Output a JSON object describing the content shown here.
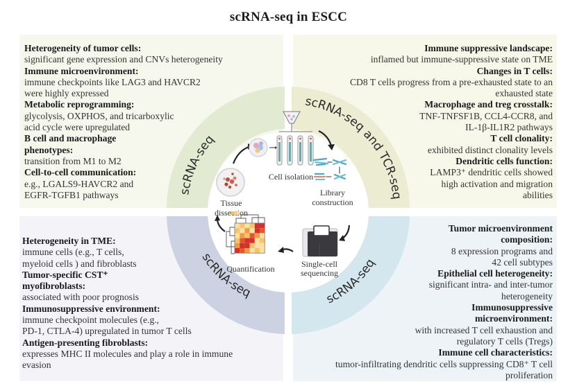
{
  "title": "scRNA-seq in ESCC",
  "colors": {
    "top_left_panel": "#f6f8ee",
    "top_right_panel": "#f8f8ea",
    "bottom_left_panel": "#f3f3f8",
    "bottom_right_panel": "#eef3f8",
    "ring_top_left": "#e3ead2",
    "ring_top_right": "#ebecd2",
    "ring_bottom_left": "#cdd2e3",
    "ring_bottom_right": "#d4e6ee",
    "heatmap_high": "#d9302a",
    "heatmap_low": "#fbe7b0"
  },
  "ring_labels": {
    "top_left": "scRNA-seq",
    "top_right": "scRNA-seq and TCR-seq",
    "bottom_left": "scRNA-seq",
    "bottom_right": "scRNA-seq"
  },
  "workflow_steps": [
    {
      "label_lines": [
        "Tissue",
        "dissection"
      ],
      "icon": "tissue-dish-icon"
    },
    {
      "label_lines": [
        "Cell isolation"
      ],
      "icon": "cell-isolation-icon"
    },
    {
      "label_lines": [
        "Library",
        "construction"
      ],
      "icon": "dna-fragments-icon"
    },
    {
      "label_lines": [
        "Single-cell",
        "sequencing"
      ],
      "icon": "sequencer-icon"
    },
    {
      "label_lines": [
        "Quantification"
      ],
      "icon": "heatmap-icon"
    }
  ],
  "panels": {
    "top_left": [
      {
        "heading": "Heterogeneity of tumor cells:",
        "body": [
          "significant gene expression and CNVs heterogeneity"
        ]
      },
      {
        "heading": "Immune microenvironment:",
        "body": [
          "immune checkpoints like LAG3 and HAVCR2",
          "were highly expressed"
        ]
      },
      {
        "heading": "Metabolic reprogramming:",
        "body": [
          "glycolysis, OXPHOS, and tricarboxylic",
          "acid cycle were upregulated"
        ]
      },
      {
        "heading": "B cell and macrophage phenotypes:",
        "heading_lines": [
          "B cell and macrophage",
          "phenotypes:"
        ],
        "body": [
          "transition from M1 to M2"
        ]
      },
      {
        "heading": "Cell-to-cell communication:",
        "body": [
          "e.g., LGALS9-HAVCR2 and",
          "EGFR-TGFB1 pathways"
        ]
      }
    ],
    "top_right": [
      {
        "heading": "Immune suppressive landscape:",
        "body": [
          "inflamed but immune-suppressive state on TME"
        ]
      },
      {
        "heading": "Changes in T cells:",
        "body": [
          "CD8 T cells progress from a pre-exhausted state to an",
          "exhausted state"
        ]
      },
      {
        "heading": "Macrophage and treg crosstalk:",
        "body": [
          "TNF-TNFSF1B, CCL4-CCR8, and",
          "IL-1β-IL1R2 pathways"
        ]
      },
      {
        "heading": "T cell clonality:",
        "body": [
          "exhibited distinct clonality levels"
        ]
      },
      {
        "heading": "Dendritic cells function:",
        "body": [
          "LAMP3⁺ dendritic cells showed",
          "high activation and migration",
          "abilities"
        ]
      }
    ],
    "bottom_left": [
      {
        "heading": "Heterogeneity in TME:",
        "body": [
          "immune cells (e.g., T cells,",
          "myeloid cells ) and fibroblasts"
        ]
      },
      {
        "heading": "Tumor-specific CST⁺ myofibroblasts:",
        "heading_lines": [
          "Tumor-specific CST⁺",
          "myofibroblasts:"
        ],
        "body": [
          "associated with poor prognosis"
        ]
      },
      {
        "heading": "Immunosuppressive environment:",
        "body": [
          "immune checkpoint molecules (e.g.,",
          "PD-1, CTLA-4)  upregulated in tumor T cells"
        ]
      },
      {
        "heading": "Antigen-presenting fibroblasts:",
        "body": [
          "expresses MHC II molecules and play a role in immune",
          "evasion"
        ]
      }
    ],
    "bottom_right": [
      {
        "heading": "Tumor microenvironment composition:",
        "heading_lines": [
          "Tumor microenvironment",
          "composition:"
        ],
        "body": [
          "8 expression programs and",
          "42 cell subtypes"
        ]
      },
      {
        "heading": "Epithelial cell heterogeneity:",
        "body": [
          "significant intra- and inter-tumor",
          "heterogeneity"
        ]
      },
      {
        "heading": "Immunosuppressive microenvironment:",
        "heading_lines": [
          "Immunosuppressive",
          "microenvironment:"
        ],
        "body": [
          "with increased T cell exhaustion and",
          "regulatory T cells (Tregs)"
        ]
      },
      {
        "heading": "Immune cell characteristics:",
        "body": [
          "tumor-infiltrating dendritic cells suppressing CD8⁺ T cell",
          "proliferation"
        ]
      }
    ]
  }
}
